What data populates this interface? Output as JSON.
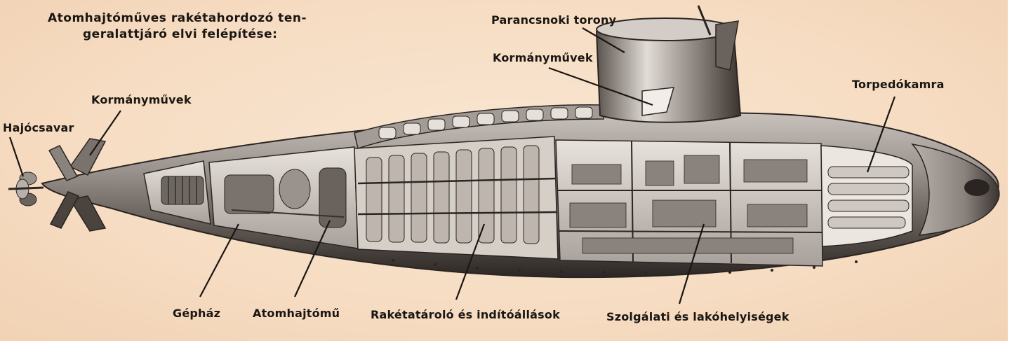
{
  "title": {
    "line1": "Atomhajtóműves rakétahordozó ten-",
    "line2": "geralattjáró elvi felépítése:"
  },
  "labels": {
    "hajocsavar": "Hajócsavar",
    "kormanymuvek_rear": "Kormányművek",
    "parancsnoki_torony": "Parancsnoki torony",
    "kormanymuvek_tower": "Kormányművek",
    "torpedokamra": "Torpedókamra",
    "gephaz": "Gépház",
    "atomhajtomu": "Atomhajtómű",
    "raketatarolo": "Rakétatároló és indítóállások",
    "szolgalati": "Szolgálati és lakóhelyiségek"
  },
  "colors": {
    "paper": "#f6dcc2",
    "ink": "#1a1612",
    "hull_dark": "#3a3430",
    "hull_mid": "#8c8480",
    "hull_light": "#d8d2cc"
  }
}
